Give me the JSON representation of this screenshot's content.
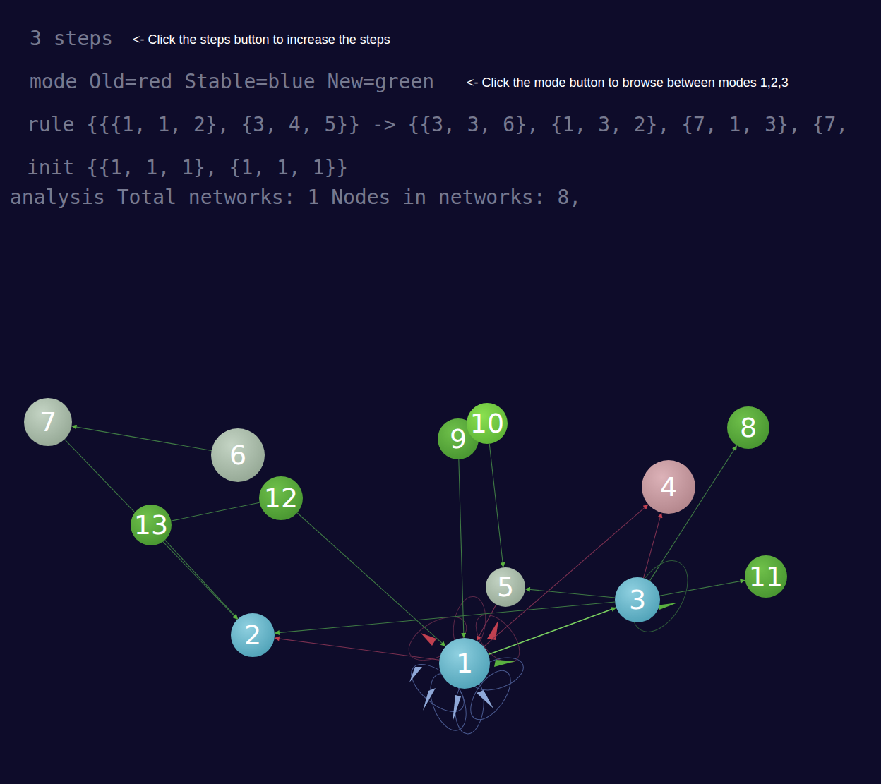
{
  "diagram": {
    "nodes": [
      {
        "text": [
          "1"
        ]
      },
      {
        "text": [
          "2"
        ]
      },
      {
        "text": [
          "3"
        ]
      },
      {
        "text": [
          "4"
        ]
      },
      {
        "text": [
          "5"
        ]
      },
      {
        "text": [
          "6"
        ]
      },
      {
        "text": [
          "7"
        ]
      },
      {
        "text": [
          "8"
        ]
      },
      {
        "text": [
          "9"
        ]
      },
      {
        "text": [
          "10"
        ]
      },
      {
        "text": [
          "11"
        ]
      },
      {
        "text": [
          "12"
        ]
      },
      {
        "text": [
          "13"
        ]
      }
    ],
    "edges": [
      {
        "from": 5,
        "to": 6,
        "arrow": "to"
      },
      {
        "from": 6,
        "to": 1,
        "arrow": "to"
      },
      {
        "from": 12,
        "to": 1,
        "arrow": "to"
      },
      {
        "from": 11,
        "to": 12,
        "arrow": "none"
      },
      {
        "from": 11,
        "to": 0,
        "arrow": "to"
      },
      {
        "from": 8,
        "to": 0,
        "arrow": "to"
      },
      {
        "from": 9,
        "to": 4,
        "arrow": "to"
      },
      {
        "from": 2,
        "to": 4,
        "arrow": "to"
      },
      {
        "from": 2,
        "to": 1,
        "arrow": "to"
      },
      {
        "from": 0,
        "to": 2,
        "arrow": "to"
      },
      {
        "from": 0,
        "to": 1,
        "arrow": "to"
      },
      {
        "from": 0,
        "to": 3,
        "arrow": "to"
      },
      {
        "from": 2,
        "to": 3,
        "arrow": "to"
      },
      {
        "from": 2,
        "to": 7,
        "arrow": "to"
      },
      {
        "from": 2,
        "to": 10,
        "arrow": "to"
      },
      {
        "from": 4,
        "to": 0,
        "arrow": "to"
      }
    ],
    "labels": [
      "3 steps",
      "<- Click the steps button to increase the steps",
      "mode Old=red Stable=blue New=green",
      "<- Click the mode button to browse between modes 1,2,3",
      "rule {{{1, 1, 2}, {3, 4, 5}} -> {{3, 3, 6}, {1, 3, 2}, {7, 1, 3}, {7,",
      "init {{1, 1, 1}, {1, 1, 1}}",
      "analysis Total networks: 1 Nodes in networks: 8,"
    ]
  }
}
